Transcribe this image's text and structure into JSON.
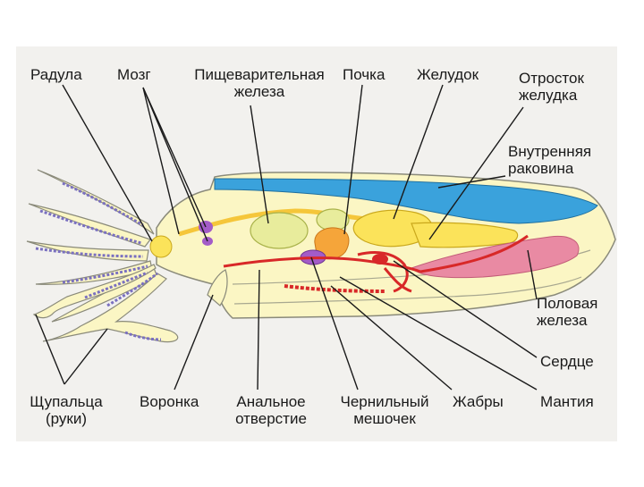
{
  "labels": {
    "radula": "Радула",
    "brain": "Мозг",
    "digestive_gland": "Пищеварительная\nжелеза",
    "kidney": "Почка",
    "stomach": "Желудок",
    "stomach_process": "Отросток\nжелудка",
    "inner_shell": "Внутренняя\nраковина",
    "gonad": "Половая\nжелеза",
    "heart": "Сердце",
    "tentacles": "Щупальца\n(руки)",
    "funnel": "Воронка",
    "anus": "Анальное\nотверстие",
    "ink_sac": "Чернильный\nмешочек",
    "gills": "Жабры",
    "mantle": "Мантия"
  },
  "colors": {
    "background": "#ffffff",
    "panel": "#f2f1ee",
    "body": "#fbf6c4",
    "body_outline": "#8a8a7a",
    "shell": "#3aa2dc",
    "digestive_gland": "#e8ec9c",
    "stomach": "#fbe35a",
    "kidney": "#f5a53a",
    "ink_sac": "#a35cc8",
    "gonad": "#e98aa3",
    "gills": "#d82828",
    "suckers": "#7a70c0",
    "leader": "#1a1a1a"
  }
}
